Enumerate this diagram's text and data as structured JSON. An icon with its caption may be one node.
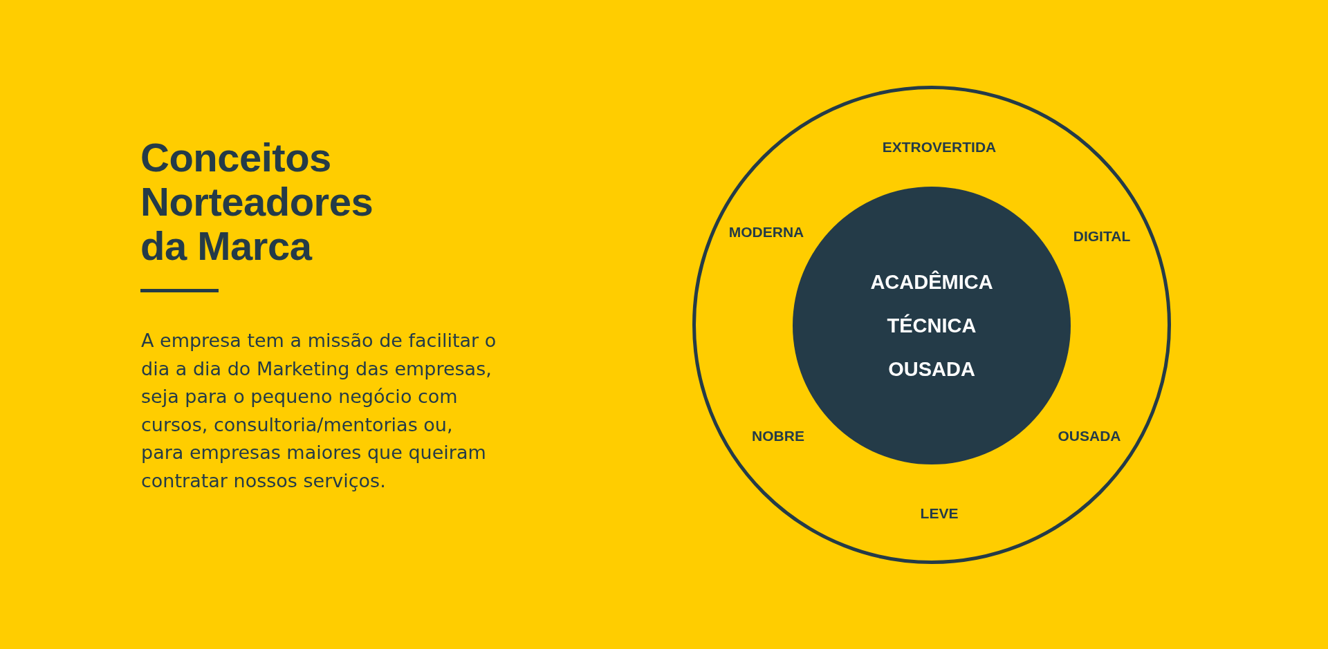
{
  "diagram": {
    "title": "Conceitos Norteadores da Marca",
    "nodes": [
      {
        "text": [
          "EXTROVERTIDA",
          "MODERNA",
          "DIGITAL",
          "NOBRE",
          "OUSADA",
          "LEVE"
        ]
      },
      {
        "text": [
          "ACADÊMICA",
          "TÉCNICA",
          "OUSADA"
        ],
        "in": 0
      }
    ],
    "labels": [
      "A empresa tem a missão de facilitar o dia a dia do Marketing das empresas, seja para o pequeno negócio com cursos, consultoria/mentorias ou, para empresas maiores que queiram contratar nossos serviços."
    ]
  }
}
